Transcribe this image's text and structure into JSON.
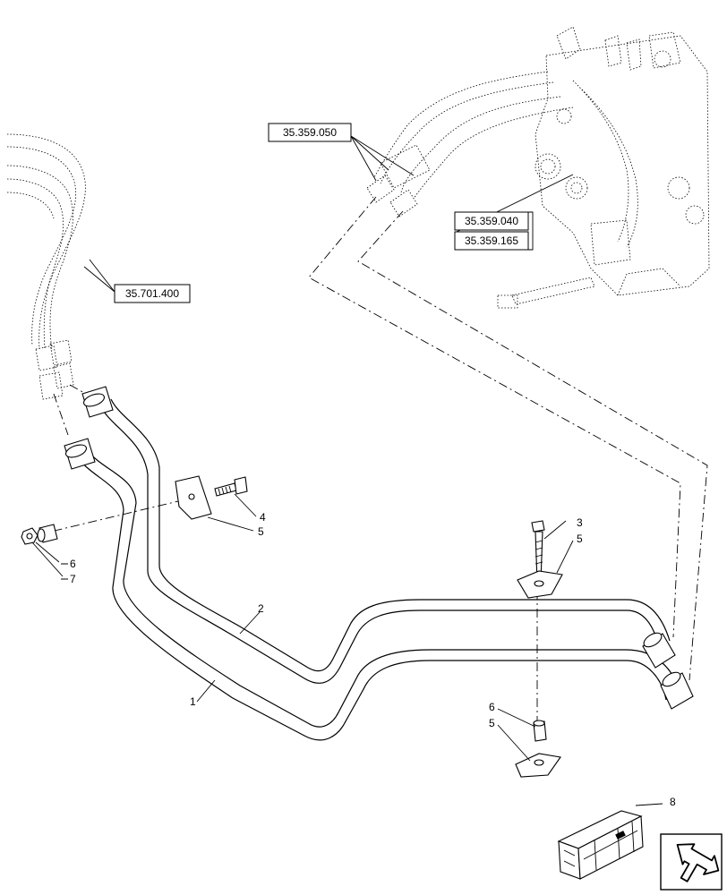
{
  "refs": {
    "ref_a": "35.359.050",
    "ref_b": "35.359.040",
    "ref_c": "35.359.165",
    "ref_d": "35.701.400"
  },
  "callouts": {
    "c1": "1",
    "c2": "2",
    "c3": "3",
    "c4": "4",
    "c5_left": "5",
    "c5_top": "5",
    "c5_bottom": "5",
    "c6_left": "6",
    "c6_bottom": "6",
    "c7": "7",
    "c8": "8"
  },
  "icons": {
    "kit": "parts-kit-box-icon",
    "nav": "navigation-arrow-icon"
  }
}
